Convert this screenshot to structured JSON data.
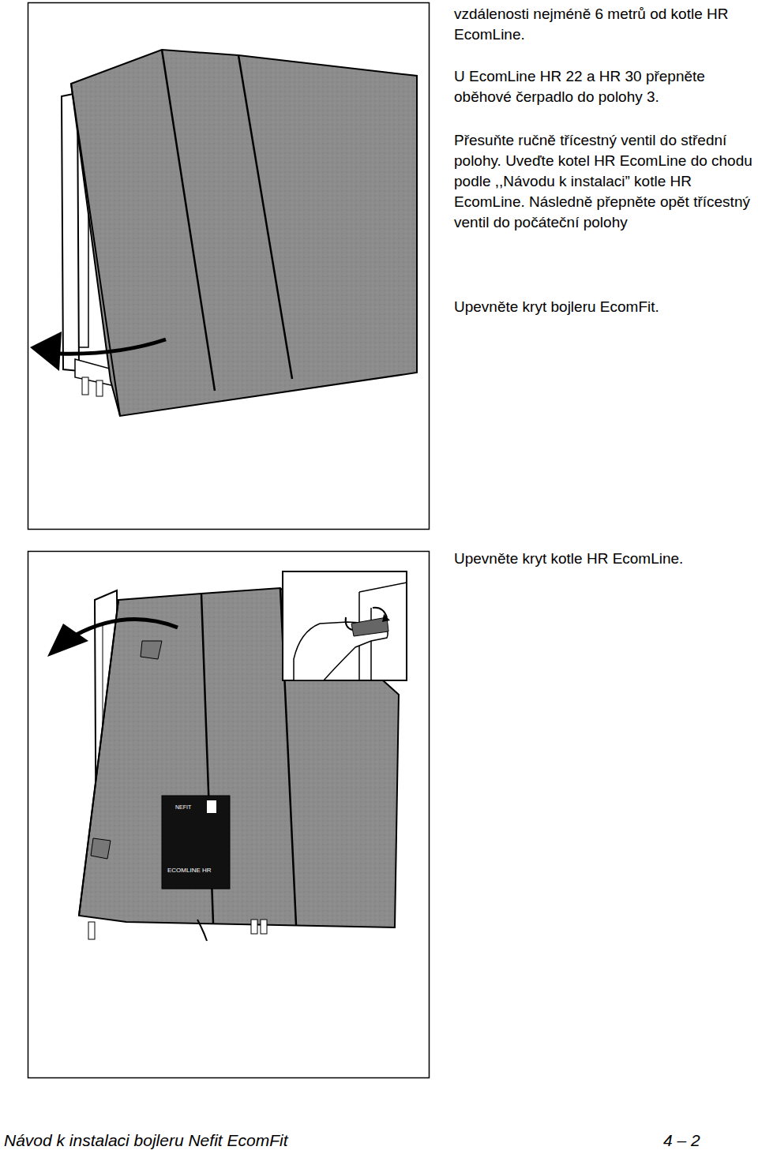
{
  "diagram": {
    "labels": [
      "vzdálenosti nejméně 6 metrů od kotle HR EcomLine.",
      "U EcomLine HR 22 a HR 30 přepněte oběhové čerpadlo do polohy 3.",
      "Přesuňte ručně třícestný ventil do střední polohy. Uveďte kotel HR EcomLine do chodu podle ,,Návodu k instalaci” kotle HR EcomLine. Následně přepněte opět třícestný ventil do počáteční polohy",
      "Upevněte kryt bojleru EcomFit.",
      "Upevněte kryt kotle HR EcomLine.",
      "NEFIT",
      "ECOMLINE HR",
      "Návod k instalaci bojleru Nefit EcomFit",
      "4 – 2"
    ]
  }
}
